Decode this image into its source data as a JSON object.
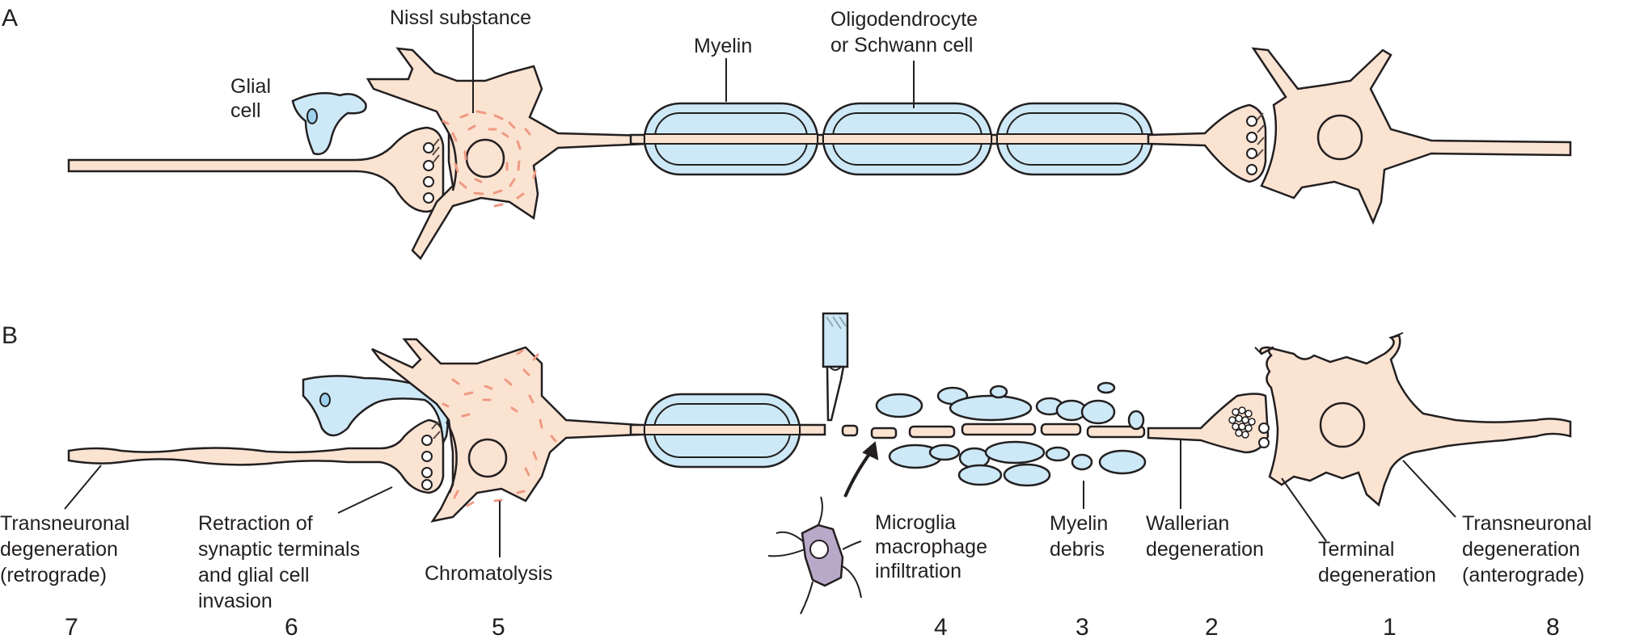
{
  "panels": {
    "a": "A",
    "b": "B"
  },
  "labels_a": {
    "glial_cell": [
      "Glial",
      "cell"
    ],
    "nissl": "Nissl substance",
    "myelin": "Myelin",
    "oligo": [
      "Oligodendrocyte",
      "or Schwann cell"
    ]
  },
  "labels_b": {
    "transneuronal_retro": [
      "Transneuronal",
      "degeneration",
      "(retrograde)"
    ],
    "retraction": [
      "Retraction of",
      "synaptic terminals",
      "and glial cell",
      "invasion"
    ],
    "chromatolysis": "Chromatolysis",
    "microglia": [
      "Microglia",
      "macrophage",
      "infiltration"
    ],
    "myelin_debris": [
      "Myelin",
      "debris"
    ],
    "wallerian": [
      "Wallerian",
      "degeneration"
    ],
    "terminal": [
      "Terminal",
      "degeneration"
    ],
    "transneuronal_antero": [
      "Transneuronal",
      "degeneration",
      "(anterograde)"
    ]
  },
  "numbers": [
    "7",
    "6",
    "5",
    "4",
    "3",
    "2",
    "1",
    "8"
  ],
  "colors": {
    "cell_fill": "#fbe3d2",
    "myelin_fill": "#cde9f7",
    "myelin_dark": "#9dd0ee",
    "nissl": "#ef9a82",
    "microglia": "#b9a9c9",
    "line": "#231f20"
  }
}
